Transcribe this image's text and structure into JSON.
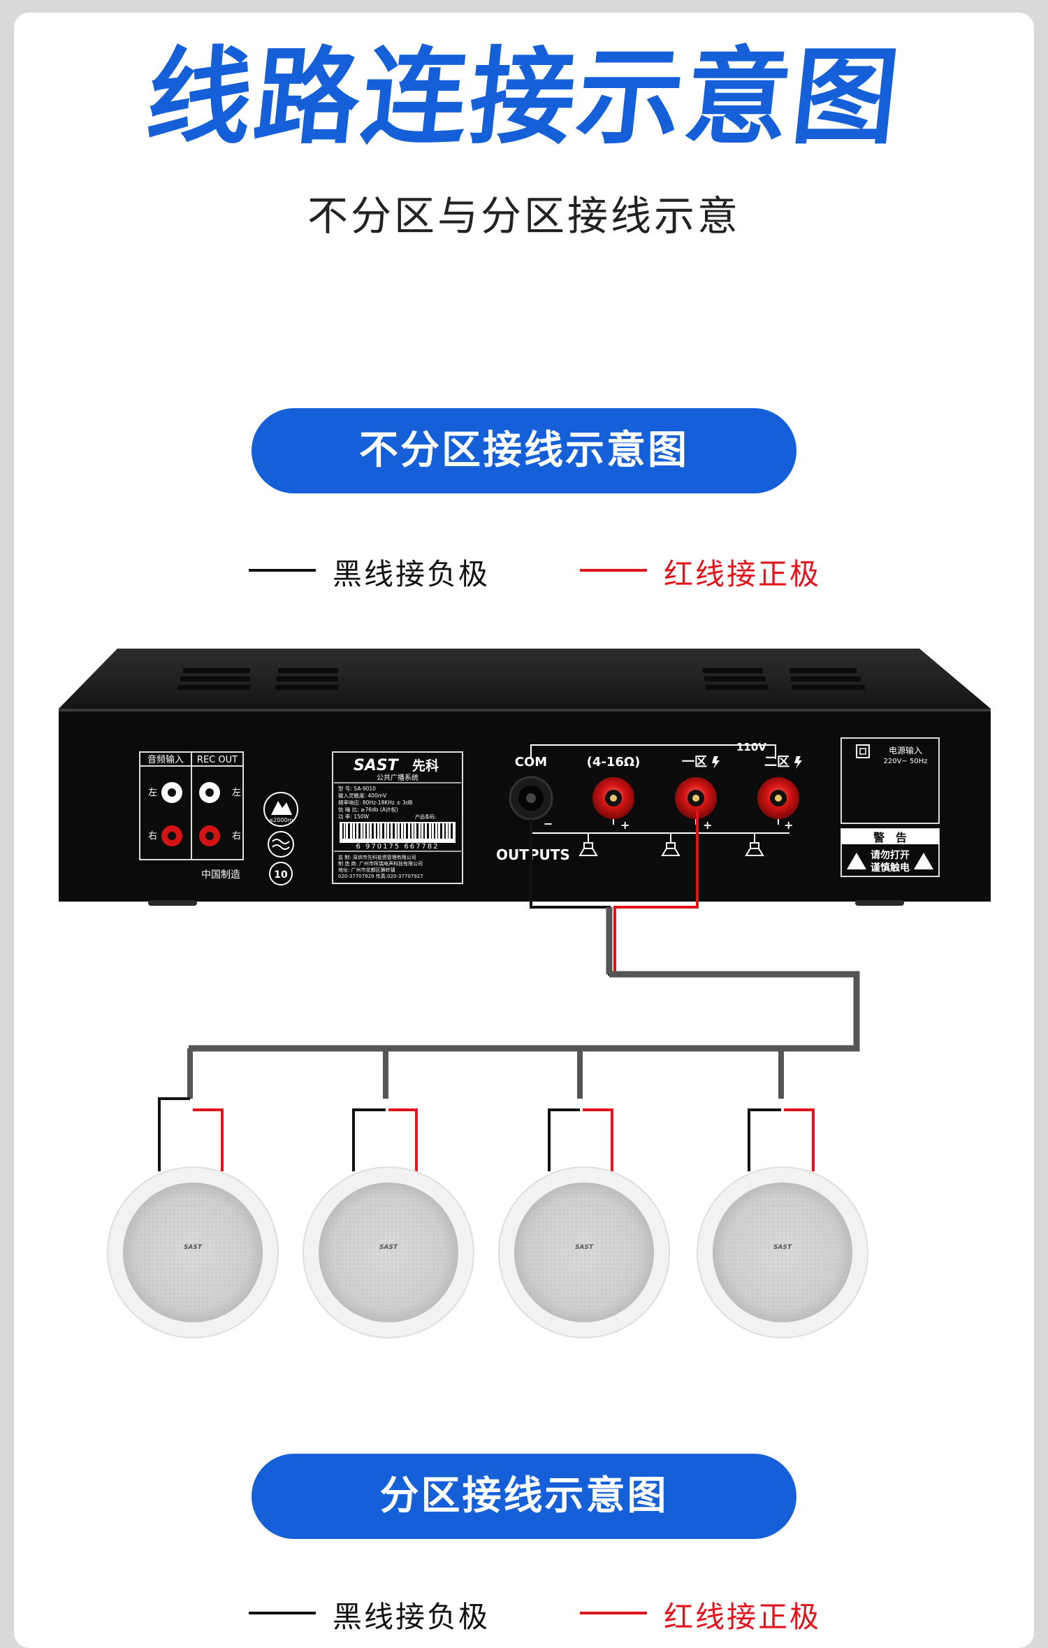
{
  "title": "线路连接示意图",
  "subtitle": "不分区与分区接线示意",
  "sections": [
    {
      "label": "不分区接线示意图"
    },
    {
      "label": "分区接线示意图"
    }
  ],
  "legend": {
    "black": "黑线接负极",
    "red": "红线接正极"
  },
  "colors": {
    "accent": "#1560d8",
    "wire_black": "#111111",
    "wire_red": "#e1141c",
    "wire_gray": "#555555"
  },
  "amplifier": {
    "brand": "SAST",
    "brand_cn": "先科",
    "brand_sub": "公共广播系统",
    "audio_in": "音频输入",
    "rec_out": "REC OUT",
    "left": "左",
    "right": "右",
    "made_in": "中国制造",
    "com": "COM",
    "impedance": "(4-16Ω)",
    "voltage": "110V",
    "zone1": "一区",
    "zone2": "二区",
    "outputs": "OUTPUTS",
    "minus": "−",
    "plus": "+",
    "power_in": "电源输入",
    "power_spec": "220V~ 50Hz",
    "warning_title": "警　告",
    "warning_text1": "请勿打开",
    "warning_text2": "谨慎触电",
    "model_lines": [
      "型 号: SA-9010",
      "输入灵敏度: 400mV",
      "频率响应: 80Hz-18KHz ± 3dB",
      "信 噪 比: ≥76db (A计权)",
      "功 率: 150W"
    ],
    "barcode_num": "6 970175 667782",
    "product_no": "产品条码:",
    "maker_lines": [
      "监 制: 深圳市先科投资管理有限公司",
      "制 造 商: 广州市晖瑞电声科技有限公司",
      "地址: 广州市花都区狮岭镇",
      "020-37707929 传真:020-37707927"
    ],
    "altitude": "≤2000m",
    "years": "10"
  },
  "speakers": [
    {
      "brand": "SAST"
    },
    {
      "brand": "SAST"
    },
    {
      "brand": "SAST"
    },
    {
      "brand": "SAST"
    }
  ]
}
